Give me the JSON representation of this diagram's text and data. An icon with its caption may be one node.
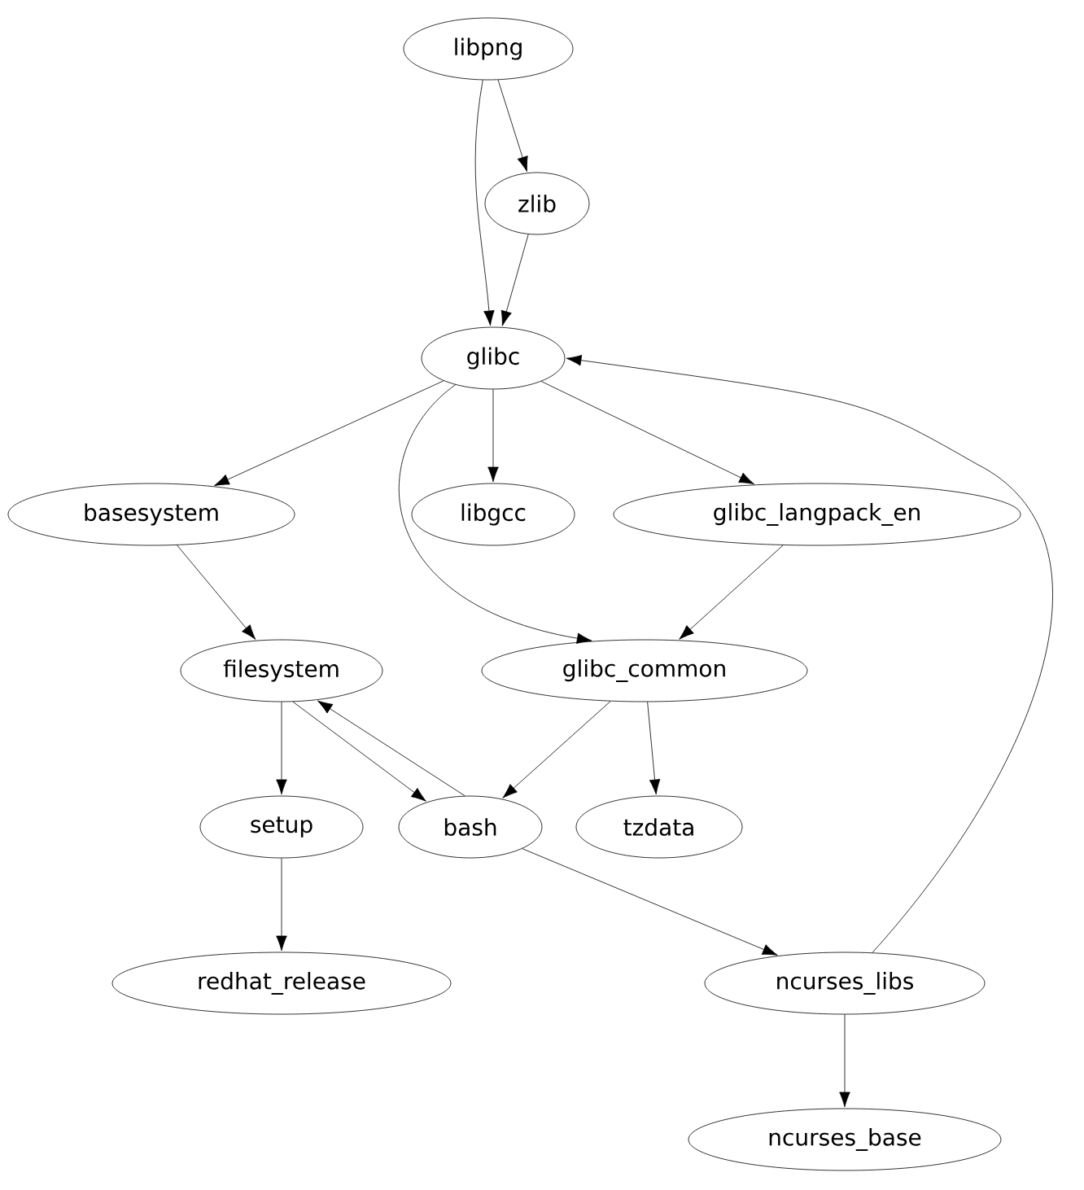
{
  "diagram": {
    "nodes": [
      {
        "text": [
          "libpng"
        ]
      },
      {
        "text": [
          "zlib"
        ]
      },
      {
        "text": [
          "glibc"
        ]
      },
      {
        "text": [
          "basesystem"
        ]
      },
      {
        "text": [
          "libgcc"
        ]
      },
      {
        "text": [
          "glibc_langpack_en"
        ]
      },
      {
        "text": [
          "filesystem"
        ]
      },
      {
        "text": [
          "glibc_common"
        ]
      },
      {
        "text": [
          "setup"
        ]
      },
      {
        "text": [
          "bash"
        ]
      },
      {
        "text": [
          "tzdata"
        ]
      },
      {
        "text": [
          "redhat_release"
        ]
      },
      {
        "text": [
          "ncurses_libs"
        ]
      },
      {
        "text": [
          "ncurses_base"
        ]
      }
    ],
    "edges": [
      {
        "from": 0,
        "to": 2,
        "arrow": "to"
      },
      {
        "from": 0,
        "to": 1,
        "arrow": "to"
      },
      {
        "from": 1,
        "to": 2,
        "arrow": "to"
      },
      {
        "from": 2,
        "to": 3,
        "arrow": "to"
      },
      {
        "from": 2,
        "to": 4,
        "arrow": "to"
      },
      {
        "from": 2,
        "to": 5,
        "arrow": "to"
      },
      {
        "from": 2,
        "to": 7,
        "arrow": "to"
      },
      {
        "from": 3,
        "to": 6,
        "arrow": "to"
      },
      {
        "from": 5,
        "to": 7,
        "arrow": "to"
      },
      {
        "from": 6,
        "to": 8,
        "arrow": "to"
      },
      {
        "from": 6,
        "to": 9,
        "arrow": "to"
      },
      {
        "from": 9,
        "to": 6,
        "arrow": "to"
      },
      {
        "from": 7,
        "to": 9,
        "arrow": "to"
      },
      {
        "from": 7,
        "to": 10,
        "arrow": "to"
      },
      {
        "from": 8,
        "to": 11,
        "arrow": "to"
      },
      {
        "from": 9,
        "to": 12,
        "arrow": "to"
      },
      {
        "from": 12,
        "to": 2,
        "arrow": "to"
      },
      {
        "from": 12,
        "to": 13,
        "arrow": "to"
      }
    ]
  }
}
